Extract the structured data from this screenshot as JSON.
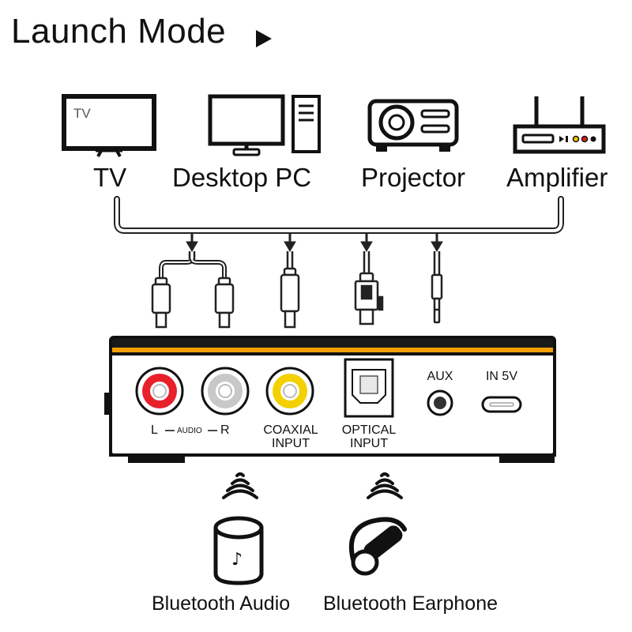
{
  "title": "Launch Mode",
  "sources": [
    {
      "label": "TV",
      "icon": "tv-icon",
      "screen_text": "TV"
    },
    {
      "label": "Desktop PC",
      "icon": "desktop-pc-icon"
    },
    {
      "label": "Projector",
      "icon": "projector-icon"
    },
    {
      "label": "Amplifier",
      "icon": "amplifier-icon"
    }
  ],
  "device": {
    "ports": {
      "audio_left": "L",
      "audio_mid": "AUDIO",
      "audio_right": "R",
      "coaxial_1": "COAXIAL",
      "coaxial_2": "INPUT",
      "optical_1": "OPTICAL",
      "optical_2": "INPUT",
      "aux": "AUX",
      "power": "IN 5V"
    },
    "accent_color": "#f2a000",
    "band_color": "#1a1a1a"
  },
  "outputs": [
    {
      "label": "Bluetooth Audio",
      "icon": "bluetooth-speaker-icon"
    },
    {
      "label": "Bluetooth Earphone",
      "icon": "bluetooth-earphone-icon"
    }
  ]
}
